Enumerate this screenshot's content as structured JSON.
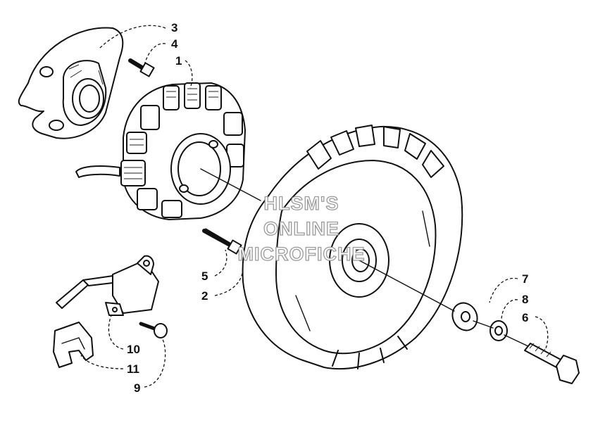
{
  "diagram": {
    "callouts": [
      "3",
      "4",
      "1",
      "5",
      "2",
      "7",
      "8",
      "6",
      "10",
      "11",
      "9"
    ],
    "watermark": [
      "HLSM'S",
      "ONLINE",
      "MICROFICHE"
    ]
  }
}
